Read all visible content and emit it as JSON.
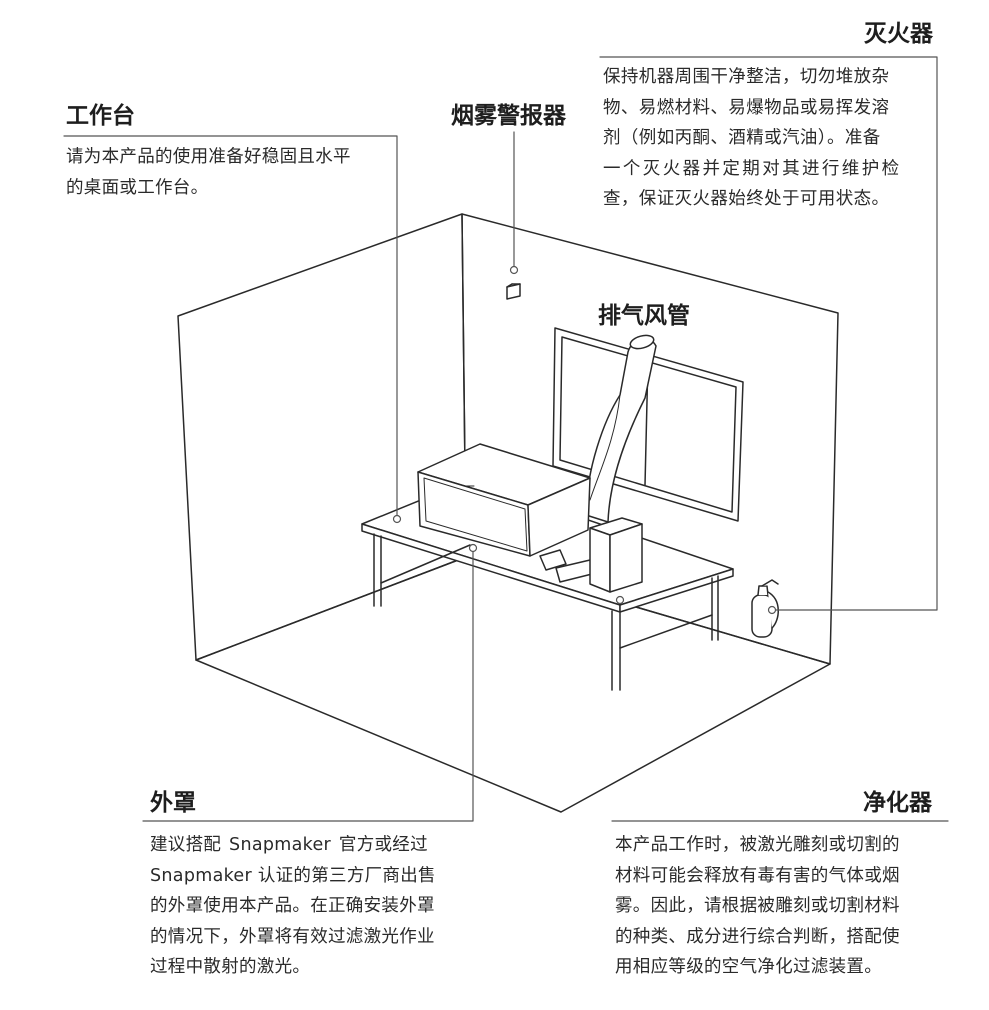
{
  "colors": {
    "line": "#2a2a2a",
    "leader": "#555555",
    "background": "#ffffff"
  },
  "callouts": {
    "fire_extinguisher": {
      "title": "灭火器",
      "lines": [
        "保持机器周围干净整洁，切勿堆放杂",
        "物、易燃材料、易爆物品或易挥发溶",
        "剂（例如丙酮、酒精或汽油）。准备",
        "一个灭火器并定期对其进行维护检",
        "查，保证灭火器始终处于可用状态。"
      ]
    },
    "workbench": {
      "title": "工作台",
      "lines": [
        "请为本产品的使用准备好稳固且水平",
        "的桌面或工作台。"
      ]
    },
    "smoke_alarm": {
      "title": "烟雾警报器"
    },
    "exhaust_duct": {
      "title": "排气风管"
    },
    "enclosure": {
      "title": "外罩",
      "lines": [
        "建议搭配 Snapmaker 官方或经过",
        "Snapmaker 认证的第三方厂商出售",
        "的外罩使用本产品。在正确安装外罩",
        "的情况下，外罩将有效过滤激光作业",
        "过程中散射的激光。"
      ]
    },
    "purifier": {
      "title": "净化器",
      "lines": [
        "本产品工作时，被激光雕刻或切割的",
        "材料可能会释放有毒有害的气体或烟",
        "雾。因此，请根据被雕刻或切割材料",
        "的种类、成分进行综合判断，搭配使",
        "用相应等级的空气净化过滤装置。"
      ]
    }
  }
}
